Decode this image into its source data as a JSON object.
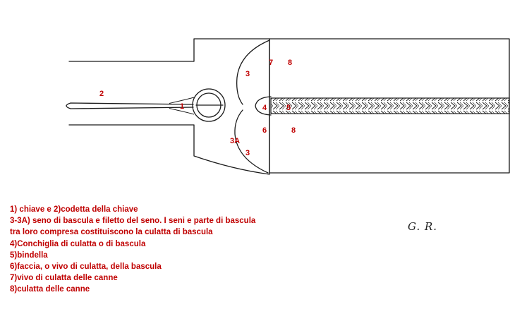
{
  "diagram": {
    "labels": {
      "l1": "1",
      "l2": "2",
      "l3_top": "3",
      "l3a": "3A",
      "l3_bottom": "3",
      "l4": "4",
      "l5": "5",
      "l6": "6",
      "l7": "7",
      "l8_top": "8",
      "l8_bottom": "8"
    },
    "colors": {
      "label": "#c00000",
      "ink": "#1a1a1a"
    }
  },
  "legend": {
    "items": [
      "1) chiave e 2)codetta della chiave",
      "3-3A) seno di bascula e filetto del seno. I seni e parte di bascula tra loro compresa costituiscono la culatta di bascula",
      "4)Conchiglia di culatta o di bascula",
      "5)bindella",
      "6)faccia, o vivo di culatta, della bascula",
      "7)vivo di culatta delle canne",
      "8)culatta delle canne"
    ]
  },
  "signature": "G. R."
}
